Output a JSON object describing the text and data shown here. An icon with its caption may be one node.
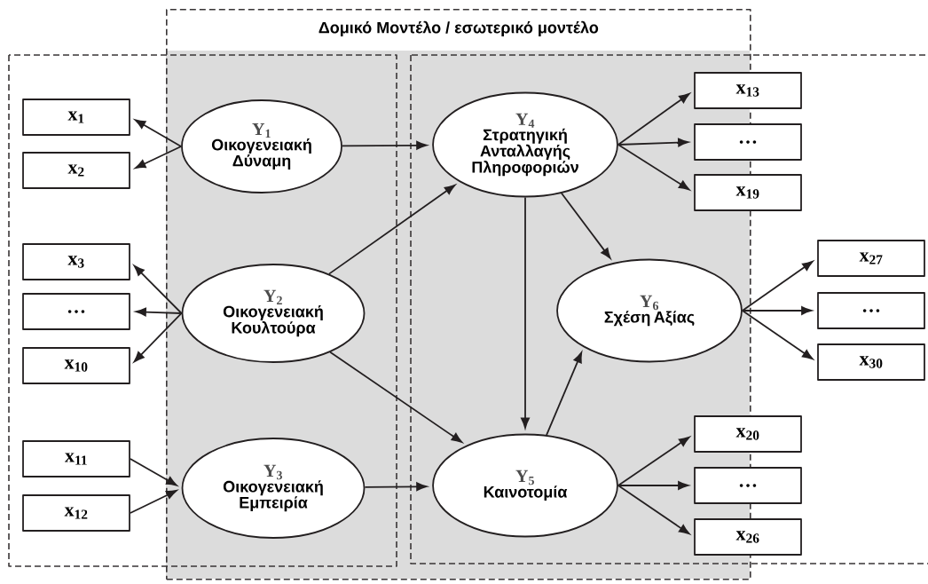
{
  "diagram": {
    "nodes": [
      {
        "text": [
          "Δομικό Μοντέλο / εσωτερικό μοντέλο"
        ]
      },
      {
        "text": [
          "x$_{1}$"
        ]
      },
      {
        "text": [
          "x$_{2}$"
        ]
      },
      {
        "text": [
          "x$_{3}$"
        ]
      },
      {
        "text": [
          "…"
        ]
      },
      {
        "text": [
          "x$_{10}$"
        ]
      },
      {
        "text": [
          "x$_{11}$"
        ]
      },
      {
        "text": [
          "x$_{12}$"
        ]
      },
      {
        "text": [
          "Y$_{1}$",
          "Οικογενειακή Δύναμη"
        ],
        "in": 0
      },
      {
        "text": [
          "Y$_{2}$",
          "Οικογενειακή Κουλτούρα"
        ],
        "in": 0
      },
      {
        "text": [
          "Y$_{3}$",
          "Οικογενειακή Εμπειρία"
        ],
        "in": 0
      },
      {
        "text": [
          "Y$_{4}$",
          "Στρατηγική Ανταλλαγής Πληροφοριών"
        ],
        "in": 0
      },
      {
        "text": [
          "Y$_{5}$",
          "Καινοτομία"
        ],
        "in": 0
      },
      {
        "text": [
          "Y$_{6}$",
          "Σχέση Αξίας"
        ],
        "in": 0
      },
      {
        "text": [
          "x$_{13}$"
        ]
      },
      {
        "text": [
          "…"
        ]
      },
      {
        "text": [
          "x$_{19}$"
        ]
      },
      {
        "text": [
          "x$_{20}$"
        ]
      },
      {
        "text": [
          "…"
        ]
      },
      {
        "text": [
          "x$_{26}$"
        ]
      },
      {
        "text": [
          "x$_{27}$"
        ]
      },
      {
        "text": [
          "…"
        ]
      },
      {
        "text": [
          "x$_{30}$"
        ]
      }
    ],
    "edges": [
      {
        "from": 8,
        "to": 1,
        "arrow": "to"
      },
      {
        "from": 8,
        "to": 2,
        "arrow": "to"
      },
      {
        "from": 9,
        "to": 3,
        "arrow": "to"
      },
      {
        "from": 9,
        "to": 4,
        "arrow": "to"
      },
      {
        "from": 9,
        "to": 5,
        "arrow": "to"
      },
      {
        "from": 6,
        "to": 10,
        "arrow": "to"
      },
      {
        "from": 7,
        "to": 10,
        "arrow": "to"
      },
      {
        "from": 8,
        "to": 11,
        "arrow": "to"
      },
      {
        "from": 9,
        "to": 11,
        "arrow": "to"
      },
      {
        "from": 9,
        "to": 12,
        "arrow": "to"
      },
      {
        "from": 10,
        "to": 12,
        "arrow": "to"
      },
      {
        "from": 11,
        "to": 14,
        "arrow": "to"
      },
      {
        "from": 11,
        "to": 15,
        "arrow": "to"
      },
      {
        "from": 11,
        "to": 16,
        "arrow": "to"
      },
      {
        "from": 11,
        "to": 13,
        "arrow": "to"
      },
      {
        "from": 11,
        "to": 12,
        "arrow": "to"
      },
      {
        "from": 12,
        "to": 13,
        "arrow": "to"
      },
      {
        "from": 12,
        "to": 17,
        "arrow": "to"
      },
      {
        "from": 12,
        "to": 18,
        "arrow": "to"
      },
      {
        "from": 12,
        "to": 19,
        "arrow": "to"
      },
      {
        "from": 13,
        "to": 20,
        "arrow": "to"
      },
      {
        "from": 13,
        "to": 21,
        "arrow": "to"
      },
      {
        "from": 13,
        "to": 22,
        "arrow": "to"
      }
    ]
  }
}
